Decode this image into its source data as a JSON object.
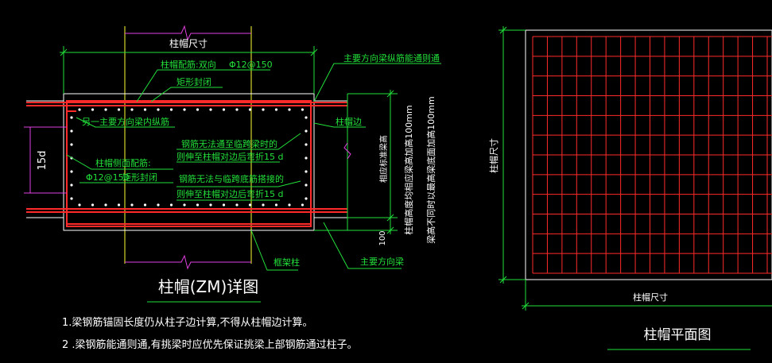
{
  "detail": {
    "dim_top": "柱帽尺寸",
    "label_rebar": "柱帽配筋:双向",
    "label_rebar_spec": "Φ12@150",
    "label_closed": "矩形封闭",
    "label_main_dir": "主要方向梁纵筋能通则通",
    "label_other_dir": "另一主要方向梁内纵筋",
    "label_cap_edge": "柱帽边",
    "label_side_rebar": "柱帽侧面配筋:",
    "label_side_spec": "Φ12@150",
    "label_side_closed": "矩形封闭",
    "label_bend1a": "钢筋无法通至临跨梁时的",
    "label_bend1b": "则伸至柱帽对边后弯折15 d",
    "label_bend2a": "钢筋无法与临跨底筋搭接的",
    "label_bend2b": "则伸至柱帽对边后弯折15 d",
    "label_15d": "15d",
    "vtext_a": "相应标准梁高",
    "vtext_b": "柱帽高度均相应梁高加高100mm",
    "vtext_c": "梁高不同时以最高梁底面加高100mm",
    "label_100": "100",
    "label_frame_col": "框架柱",
    "label_main_beam": "主要方向梁",
    "title": "柱帽(ZM)详图"
  },
  "notes": [
    "1.梁钢筋锚固长度仍从柱子边计算,不得从柱帽边计算。",
    "2 .梁钢筋能通则通,有挑梁时应优先保证挑梁上部钢筋通过柱子。"
  ],
  "plan": {
    "dim_left": "柱帽尺寸",
    "dim_bottom": "柱帽尺寸",
    "title": "柱帽平面图",
    "grid_cols": 17,
    "grid_rows": 13
  },
  "colors": {
    "background": "#000000",
    "red": "#ff2a2a",
    "green": "#22e03a",
    "yellow": "#ffff33",
    "magenta": "#e040e0",
    "white": "#ffffff"
  }
}
